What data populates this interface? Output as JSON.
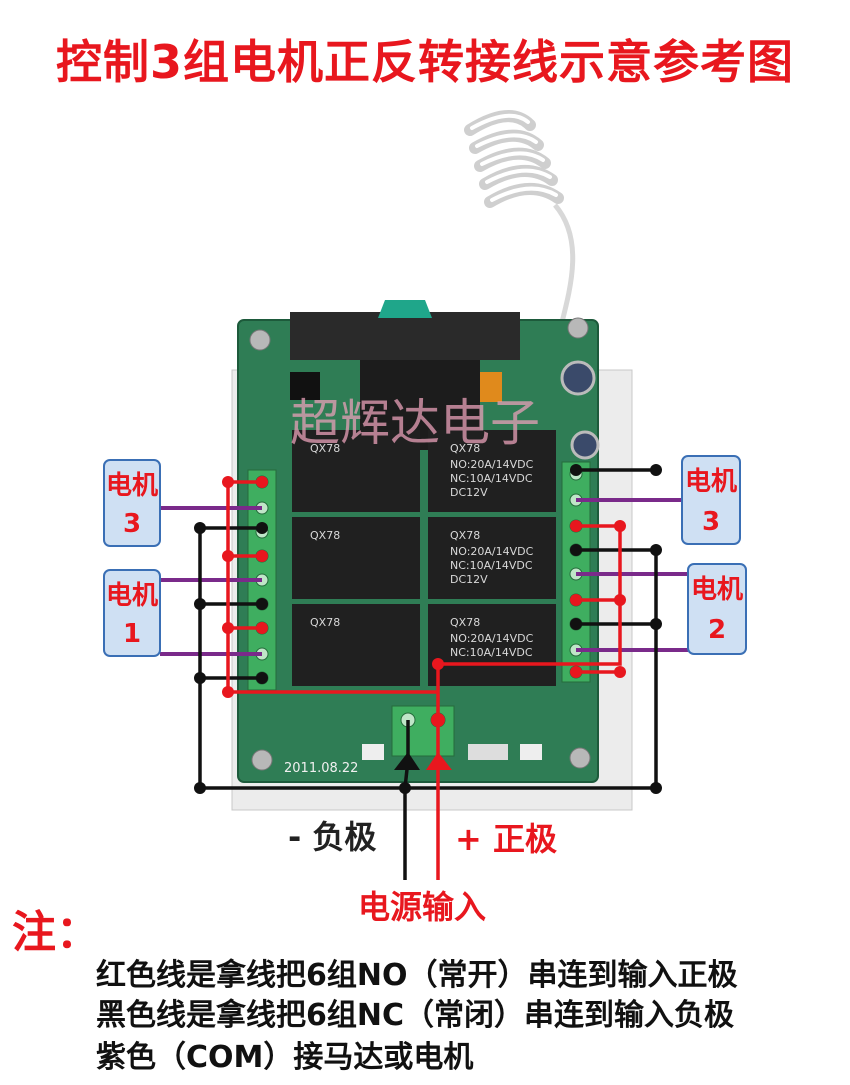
{
  "title": "控制3组电机正反转接线示意参考图",
  "watermark": "超辉达电子",
  "board": {
    "date_label": "2011.08.22",
    "relay_model": "QX78",
    "relay_specs": [
      "NO:20A/14VDC",
      "NC:10A/14VDC",
      "DC12V"
    ]
  },
  "motors": [
    {
      "label_line1": "电机",
      "label_line2": "3"
    },
    {
      "label_line1": "电机",
      "label_line2": "1"
    },
    {
      "label_line1": "电机",
      "label_line2": "3"
    },
    {
      "label_line1": "电机",
      "label_line2": "2"
    }
  ],
  "power": {
    "negative_label": "- 负极",
    "positive_label": "+ 正极",
    "input_label": "电源输入"
  },
  "notes": {
    "heading": "注：",
    "lines": [
      "红色线是拿线把6组NO（常开）串连到输入正极",
      "黑色线是拿线把6组NC（常闭）串连到输入负极",
      "紫色（COM）接马达或电机"
    ]
  },
  "colors": {
    "title_red": "#e8171e",
    "wire_red": "#e8171e",
    "wire_black": "#111111",
    "wire_purple": "#7a2a8a",
    "pcb_green": "#2f7d55",
    "terminal_green": "#3fae60",
    "motor_box_fill": "#cfe0f3",
    "motor_box_border": "#3a6fb5"
  }
}
